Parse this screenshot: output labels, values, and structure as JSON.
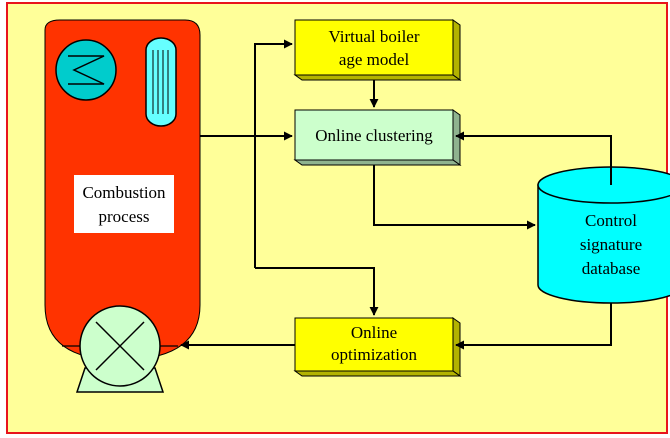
{
  "colors": {
    "background": "#FFFF99",
    "border": "#E8141C",
    "vessel": "#FF3300",
    "yellow_box": "#FFFF00",
    "green_box": "#CCFFCC",
    "database": "#00FFFF",
    "circle": "#00CCCC",
    "tube": "#66FFFF",
    "pump": "#CCFFCC"
  },
  "boxes": {
    "virtual_boiler": {
      "line1": "Virtual boiler",
      "line2": "age model"
    },
    "online_clustering": {
      "label": "Online clustering"
    },
    "online_optimization": {
      "line1": "Online",
      "line2": "optimization"
    }
  },
  "database": {
    "line1": "Control",
    "line2": "signature",
    "line3": "database"
  },
  "combustion": {
    "line1": "Combustion",
    "line2": "process"
  },
  "icons": [
    "heat-exchanger-icon",
    "tube-bundle-icon",
    "pump-icon"
  ]
}
